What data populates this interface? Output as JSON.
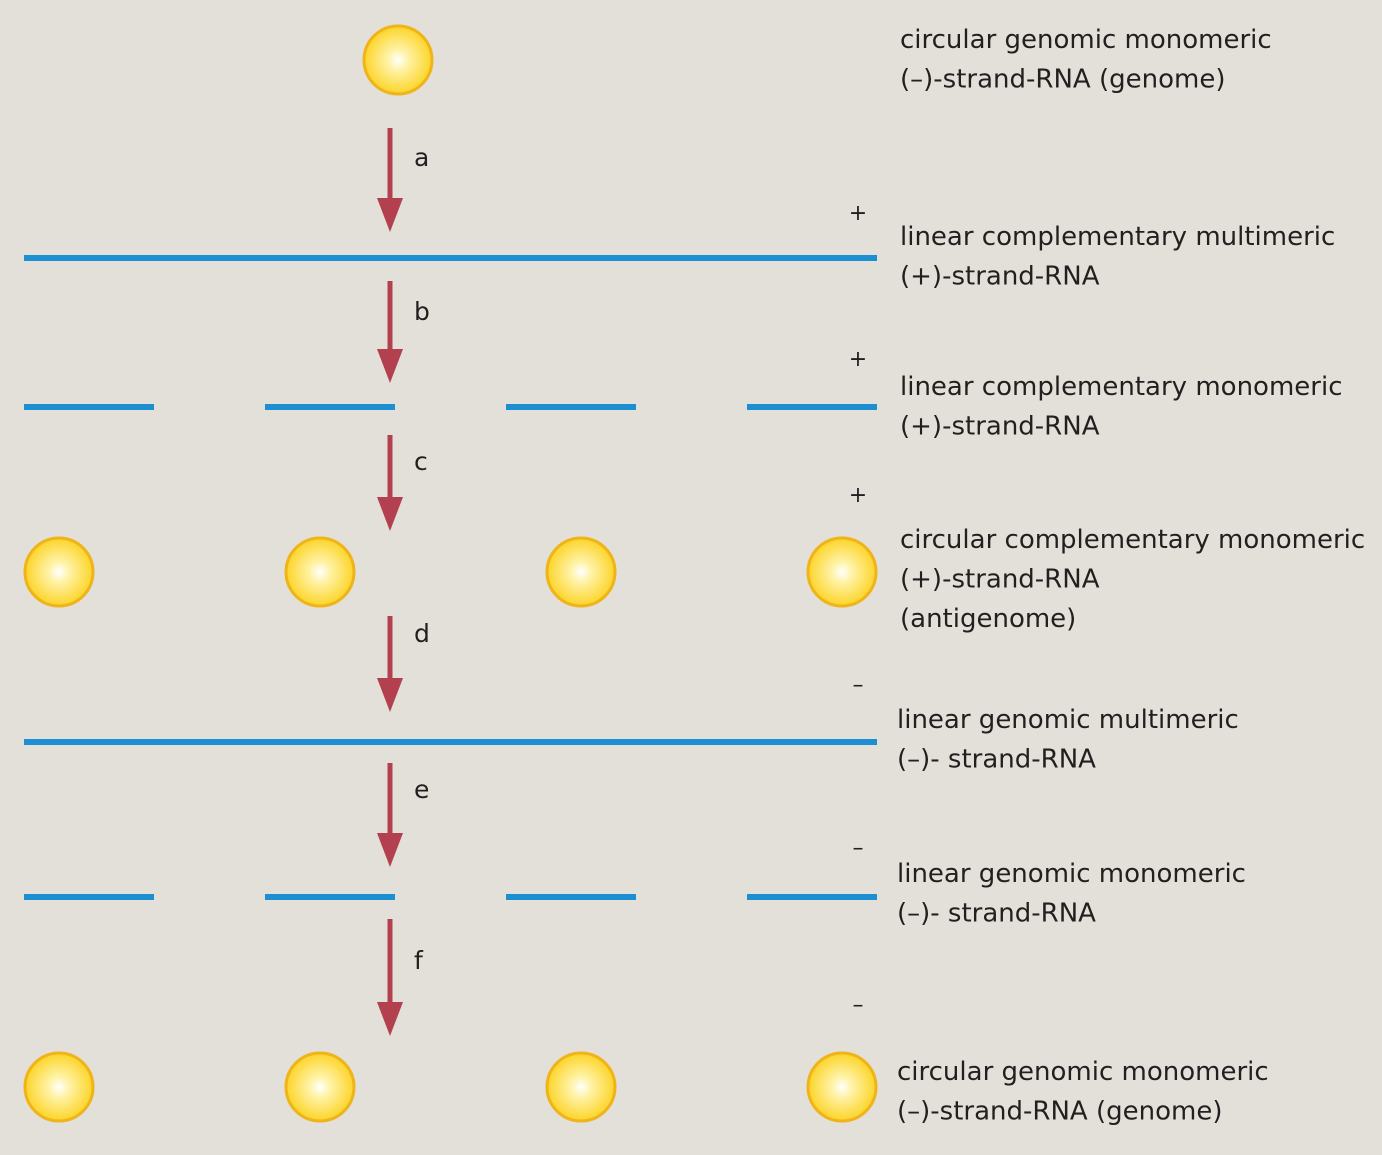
{
  "colors": {
    "background": "#e2e0d8",
    "strand": "#1b8fd2",
    "arrow": "#b2404e",
    "circle_fill": "#fcd428",
    "circle_edge": "#f0b419",
    "circle_highlight": "#ffffff",
    "text": "#231f20"
  },
  "stages": [
    {
      "kind": "circle",
      "count": 1,
      "sign": "",
      "caption": [
        "circular genomic monomeric",
        "(–)-strand-RNA (genome)"
      ]
    },
    {
      "kind": "line",
      "count": 1,
      "sign": "+",
      "caption": [
        "linear complementary multimeric",
        "(+)-strand-RNA"
      ]
    },
    {
      "kind": "line",
      "count": 4,
      "sign": "+",
      "caption": [
        "linear complementary monomeric",
        "(+)-strand-RNA"
      ]
    },
    {
      "kind": "circle",
      "count": 4,
      "sign": "+",
      "caption": [
        "circular complementary monomeric",
        "(+)-strand-RNA",
        "(antigenome)"
      ]
    },
    {
      "kind": "line",
      "count": 1,
      "sign": "–",
      "caption": [
        "linear genomic multimeric",
        "(–)- strand-RNA"
      ]
    },
    {
      "kind": "line",
      "count": 4,
      "sign": "–",
      "caption": [
        "linear genomic monomeric",
        "(–)- strand-RNA"
      ]
    },
    {
      "kind": "circle",
      "count": 4,
      "sign": "–",
      "caption": [
        "circular genomic monomeric",
        "(–)-strand-RNA (genome)"
      ]
    }
  ],
  "steps": [
    "a",
    "b",
    "c",
    "d",
    "e",
    "f"
  ]
}
